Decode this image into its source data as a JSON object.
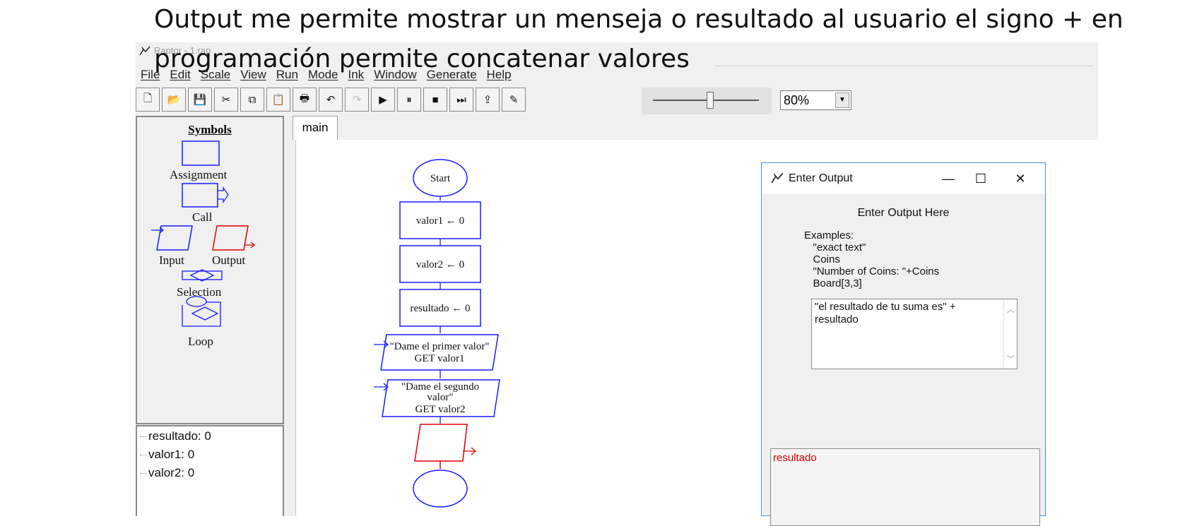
{
  "caption": {
    "line1": "Output me permite mostrar un menseja o resultado al usuario el signo + en",
    "line2": "programación permite concatenar valores"
  },
  "window": {
    "title": "Raptor - 1.rap"
  },
  "menu": [
    "File",
    "Edit",
    "Scale",
    "View",
    "Run",
    "Mode",
    "Ink",
    "Window",
    "Generate",
    "Help"
  ],
  "toolbar": {
    "buttons": [
      {
        "name": "new-file-icon",
        "glyph": "🗋"
      },
      {
        "name": "open-folder-icon",
        "glyph": "📂"
      },
      {
        "name": "save-icon",
        "glyph": "💾"
      },
      {
        "name": "cut-icon",
        "glyph": "✂"
      },
      {
        "name": "copy-icon",
        "glyph": "⧉"
      },
      {
        "name": "paste-icon",
        "glyph": "📋"
      },
      {
        "name": "print-icon",
        "glyph": "🖶"
      },
      {
        "name": "undo-icon",
        "glyph": "↶"
      },
      {
        "name": "redo-icon",
        "glyph": "↷"
      },
      {
        "name": "run-icon",
        "glyph": "▶"
      },
      {
        "name": "pause-icon",
        "glyph": "⏸"
      },
      {
        "name": "stop-icon",
        "glyph": "■"
      },
      {
        "name": "step-icon",
        "glyph": "⏭"
      },
      {
        "name": "test-server-icon",
        "glyph": "⇪"
      },
      {
        "name": "pen-icon",
        "glyph": "✎"
      }
    ],
    "zoom_value": "80%"
  },
  "symbols": {
    "title": "Symbols",
    "assignment": "Assignment",
    "call": "Call",
    "input": "Input",
    "output": "Output",
    "selection": "Selection",
    "loop": "Loop"
  },
  "variables": [
    "resultado: 0",
    "valor1: 0",
    "valor2: 0"
  ],
  "tabs": [
    "main"
  ],
  "flowchart": {
    "start": "Start",
    "steps": [
      "valor1 ← 0",
      "valor2 ← 0",
      "resultado ← 0"
    ],
    "input1": [
      "\"Dame el primer valor\"",
      "GET valor1"
    ],
    "input2": [
      "\"Dame el segundo",
      "valor\"",
      "GET valor2"
    ]
  },
  "dialog": {
    "title": "Enter Output",
    "heading": "Enter Output Here",
    "examples": "Examples:\n   \"exact text\"\n   Coins\n   \"Number of Coins: \"+Coins\n   Board[3,3]",
    "input_line1": "\"el resultado de tu suma es\"  +",
    "input_line2": "resultado",
    "result": "resultado",
    "controls": {
      "minimize": "—",
      "maximize": "☐",
      "close": "✕"
    }
  },
  "colors": {
    "symbol_blue": "#1a1aff",
    "output_red": "#e00000"
  }
}
